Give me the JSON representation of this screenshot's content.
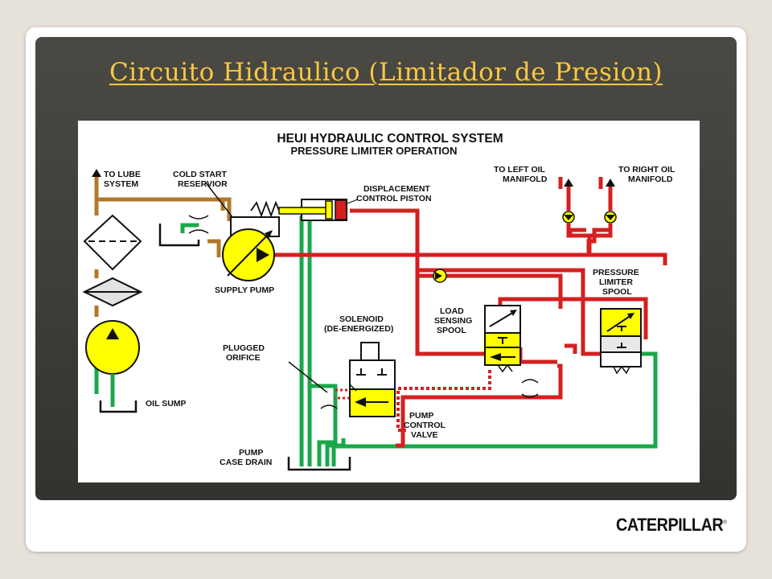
{
  "slide": {
    "title": "Circuito Hidraulico (Limitador de Presion)"
  },
  "diagram": {
    "title": "HEUI HYDRAULIC CONTROL SYSTEM",
    "subtitle": "PRESSURE LIMITER OPERATION",
    "labels": {
      "to_lube_1": "TO LUBE",
      "to_lube_2": "SYSTEM",
      "cold_start_1": "COLD START",
      "cold_start_2": "RESERVIOR",
      "displacement_1": "DISPLACEMENT",
      "displacement_2": "CONTROL PISTON",
      "left_oil_1": "TO LEFT OIL",
      "left_oil_2": "MANIFOLD",
      "right_oil_1": "TO RIGHT OIL",
      "right_oil_2": "MANIFOLD",
      "supply_pump": "SUPPLY PUMP",
      "pressure_limiter_1": "PRESSURE",
      "pressure_limiter_2": "LIMITER",
      "pressure_limiter_3": "SPOOL",
      "load_sensing_1": "LOAD",
      "load_sensing_2": "SENSING",
      "load_sensing_3": "SPOOL",
      "solenoid_1": "SOLENOID",
      "solenoid_2": "(DE-ENERGIZED)",
      "plugged_1": "PLUGGED",
      "plugged_2": "ORIFICE",
      "oil_sump": "OIL SUMP",
      "pump_control_1": "PUMP",
      "pump_control_2": "CONTROL",
      "pump_control_3": "VALVE",
      "case_drain_1": "PUMP",
      "case_drain_2": "CASE DRAIN"
    },
    "colors": {
      "high_pressure": "#d42020",
      "lube": "#b07a2a",
      "drain": "#19a84a",
      "component": "#ffff00"
    }
  },
  "brand": {
    "logo_text": "CATERPILLAR",
    "registered_mark": "®"
  }
}
